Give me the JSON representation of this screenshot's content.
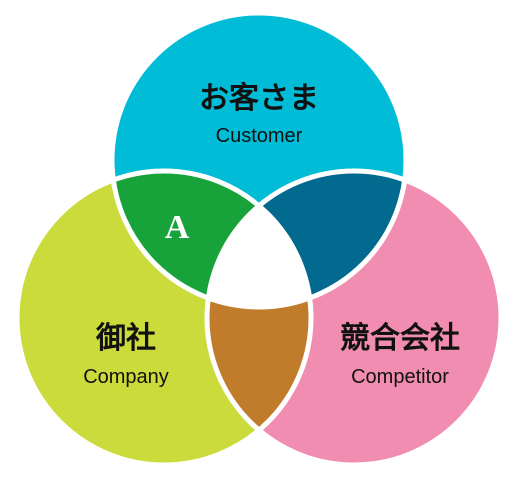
{
  "circles": {
    "customer": {
      "label_jp": "お客さま",
      "label_en": "Customer",
      "color": "#00bcd6"
    },
    "company": {
      "label_jp": "御社",
      "label_en": "Company",
      "color": "#cbdb3b"
    },
    "competitor": {
      "label_jp": "競合会社",
      "label_en": "Competitor",
      "color": "#f18db1"
    }
  },
  "overlaps": {
    "customer_company": {
      "label": "A",
      "color": "#17a23a"
    },
    "customer_competitor": {
      "color": "#016a8e"
    },
    "company_competitor": {
      "color": "#c07c2a"
    },
    "center": {
      "color": "#ffffff"
    }
  },
  "outline_color": "#ffffff"
}
